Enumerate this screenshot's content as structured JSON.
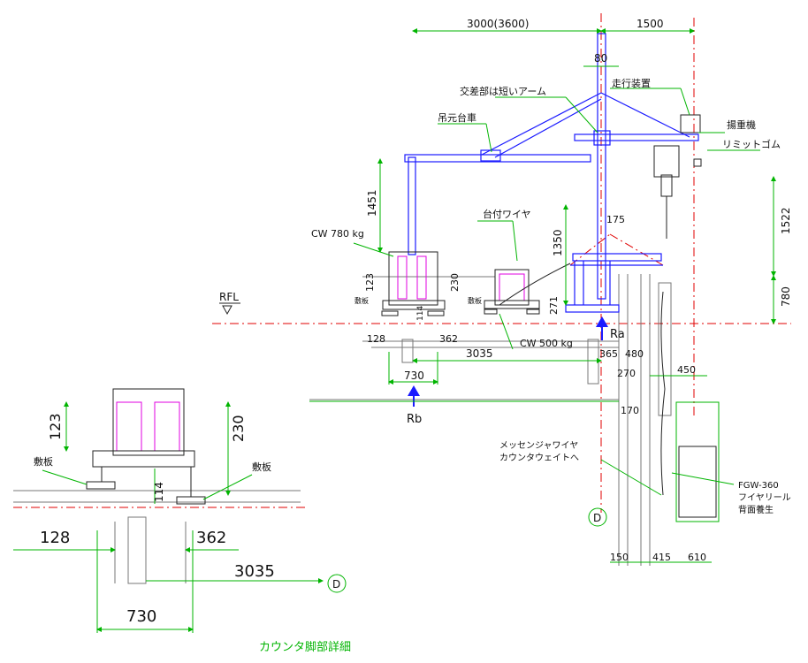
{
  "dimensions_top": {
    "d3000": "3000(3600)",
    "d1500": "1500",
    "d80": "80"
  },
  "labels": {
    "short_arm": "交差部は短いアーム",
    "travel_unit": "走行装置",
    "trolley": "吊元台車",
    "hoist": "揚重機",
    "limit_rubber": "リミットゴム",
    "wire_with_base": "台付ワイヤ",
    "cw780": "CW 780 kg",
    "cw500": "CW 500 kg",
    "rfl": "RFL",
    "shikiita_a": "敷板",
    "shikiita_b": "敷板",
    "ra": "Ra",
    "rb": "Rb",
    "messenger": "メッセンジャワイヤ",
    "to_cw": "カウンタウェイトへ",
    "fgw_model": "FGW-360",
    "fgw_reel": "フイヤリール",
    "fgw_cover": "背面養生",
    "axis_d": "D",
    "axis_d_detail": "D",
    "detail_title": "カウンタ脚部詳細",
    "detail_shikiita_left": "敷板",
    "detail_shikiita_right": "敷板"
  },
  "dimensions_main": {
    "d1451": "1451",
    "d1522": "1522",
    "d780": "780",
    "d175": "175",
    "d1350": "1350",
    "d123": "123",
    "d230": "230",
    "d271": "271",
    "d114": "114",
    "d128": "128",
    "d362": "362",
    "d3035": "3035",
    "d365": "365",
    "d480": "480",
    "d730": "730",
    "d270": "270",
    "d450": "450",
    "d170": "170",
    "d150": "150",
    "d415": "415",
    "d610": "610"
  },
  "dimensions_detail": {
    "d123": "123",
    "d230": "230",
    "d114": "114",
    "d128": "128",
    "d362": "362",
    "d3035": "3035",
    "d730": "730"
  },
  "colors": {
    "dimension": "#00b400",
    "structure": "#1a1aff",
    "counterweight": "#e000e0",
    "centerline": "#e00000",
    "reaction_arrow": "#1a1aff",
    "building": "#777777"
  }
}
